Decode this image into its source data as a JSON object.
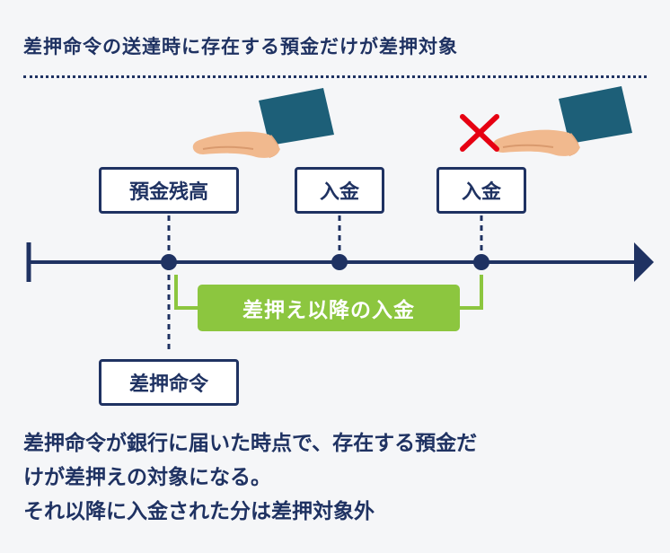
{
  "title": "差押命令の送達時に存在する預金だけが差押対象",
  "boxes": {
    "deposit_balance": "預金残高",
    "deposit_1": "入金",
    "deposit_2": "入金",
    "seizure_order": "差押命令"
  },
  "green_label": "差押え以降の入金",
  "description": [
    "差押命令が銀行に届いた時点で、存在する預金だ",
    "けが差押えの対象になる。",
    "それ以降に入金された分は差押対象外"
  ],
  "colors": {
    "navy": "#1f3262",
    "green": "#8cc63f",
    "red": "#e60012",
    "sleeve": "#1d5f78",
    "skin": "#f1b98e"
  },
  "icons": [
    "hand-icon",
    "x-mark-icon"
  ]
}
